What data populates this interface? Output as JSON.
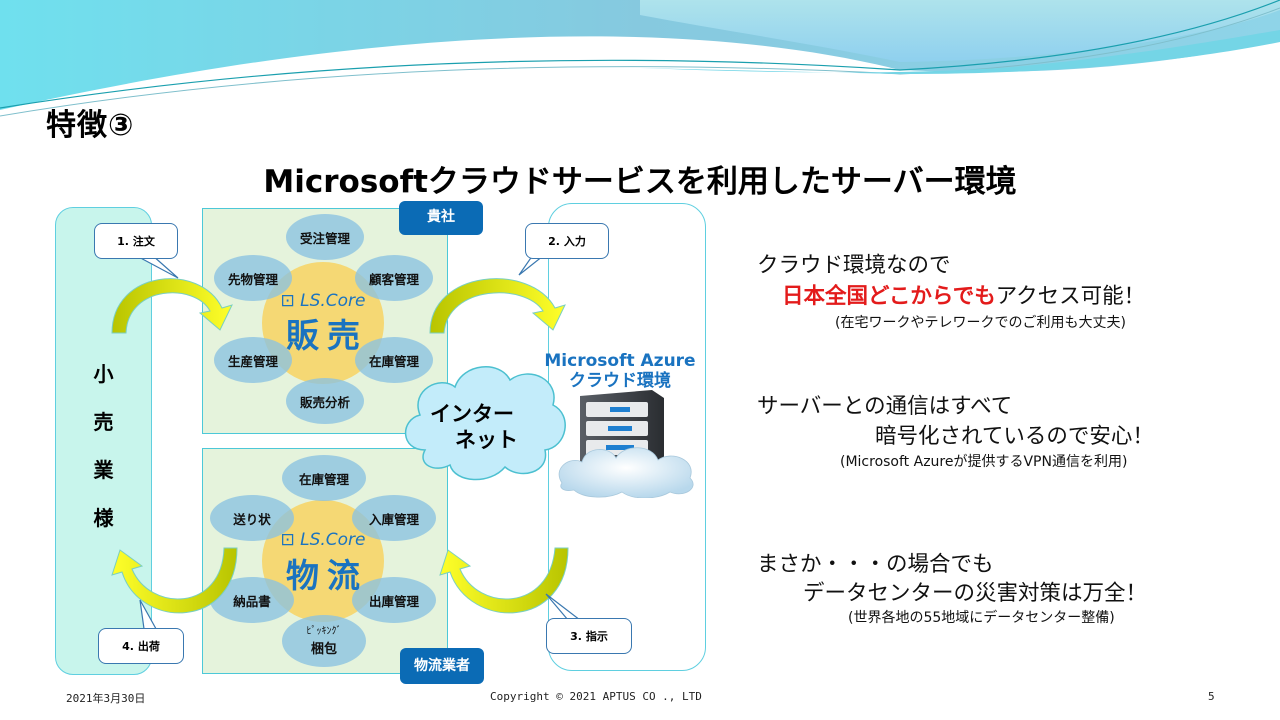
{
  "slide": {
    "feature_title": "特徴③",
    "main_title": "Microsoftクラウドサービスを利用したサーバー環境"
  },
  "diagram": {
    "retail_customer": [
      "小",
      "売",
      "業",
      "様"
    ],
    "company_tag": "貴社",
    "logistics_tag": "物流業者",
    "sales_core": {
      "logo": "LS.Core",
      "title": "販売",
      "modules": [
        "受注管理",
        "顧客管理",
        "在庫管理",
        "販売分析",
        "生産管理",
        "先物管理"
      ]
    },
    "logistics_core": {
      "logo": "LS.Core",
      "title": "物流",
      "modules": [
        "在庫管理",
        "入庫管理",
        "出庫管理",
        "ﾋﾟｯｷﾝｸﾞ",
        "梱包",
        "納品書",
        "送り状"
      ]
    },
    "callouts": {
      "step1": "1. 注文",
      "step2": "2. 入力",
      "step3": "3. 指示",
      "step4": "4. 出荷"
    },
    "internet": [
      "インター",
      "ネット"
    ],
    "azure": [
      "Microsoft Azure",
      "クラウド環境"
    ]
  },
  "points": [
    {
      "line1": "クラウド環境なので",
      "line2_highlight": "日本全国どこからでも",
      "line2_rest": "アクセス可能！",
      "note": "(在宅ワークやテレワークでのご利用も大丈夫)"
    },
    {
      "line1": "サーバーとの通信はすべて",
      "line2": "暗号化されているので安心！",
      "note": "(Microsoft Azureが提供するVPN通信を利用)"
    },
    {
      "line1": "まさか・・・の場合でも",
      "line2": "データセンターの災害対策は万全！",
      "note": "(世界各地の55地域にデータセンター整備)"
    }
  ],
  "footer": {
    "date": "2021年3月30日",
    "copyright": "Copyright © 2021 APTUS CO ., LTD",
    "page_number": "5"
  },
  "colors": {
    "accent_blue": "#0b6bb5",
    "highlight_red": "#e31b1b",
    "core_yellow": "#f5d66e",
    "module_blue": "#8bc1e2",
    "panel_green": "#e5f3dc",
    "retail_mint": "#c8f5ec"
  }
}
